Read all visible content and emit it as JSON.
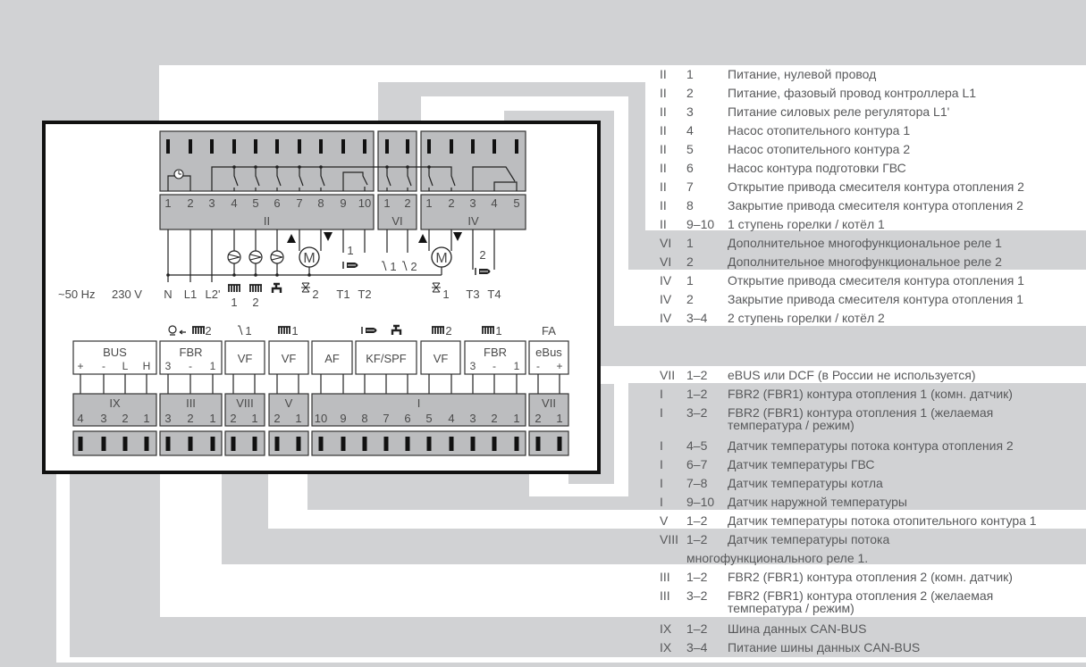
{
  "top_terminals": [
    {
      "id": "II",
      "pins": [
        "1",
        "2",
        "3",
        "4",
        "5",
        "6",
        "7",
        "8",
        "9",
        "10"
      ]
    },
    {
      "id": "VI",
      "pins": [
        "1",
        "2"
      ]
    },
    {
      "id": "IV",
      "pins": [
        "1",
        "2",
        "3",
        "4",
        "5"
      ]
    }
  ],
  "supply": {
    "frequency": "~50 Hz",
    "voltage": "230 V",
    "lines": [
      "N",
      "L1",
      "L2'"
    ]
  },
  "outputs": {
    "motor": "M",
    "pump_circuits": [
      "1",
      "2"
    ],
    "mixer_2": "2",
    "mixer_1": "1",
    "burner_1": "1",
    "burner_2": "2",
    "relay_1": "1",
    "relay_2": "2",
    "t_labels": [
      "T1",
      "T2",
      "T3",
      "T4"
    ]
  },
  "sensors": [
    {
      "name": "BUS",
      "sub": [
        "+",
        "-",
        "L",
        "H"
      ],
      "top_text": ""
    },
    {
      "name": "FBR",
      "sub": [
        "3",
        "-",
        "1"
      ],
      "top_text": "2"
    },
    {
      "name": "VF",
      "sub": [],
      "top_text": "1"
    },
    {
      "name": "VF",
      "sub": [],
      "top_text": "1"
    },
    {
      "name": "AF",
      "sub": [],
      "top_text": ""
    },
    {
      "name": "KF/SPF",
      "sub": [],
      "top_text": ""
    },
    {
      "name": "VF",
      "sub": [],
      "top_text": "2"
    },
    {
      "name": "FBR",
      "sub": [
        "3",
        "-",
        "1"
      ],
      "top_text": "1"
    },
    {
      "name": "eBus",
      "sub": [
        "-",
        "+"
      ],
      "top_text": "FA"
    }
  ],
  "bottom_terminals": [
    {
      "id": "IX",
      "pins": [
        "4",
        "3",
        "2",
        "1"
      ]
    },
    {
      "id": "III",
      "pins": [
        "3",
        "2",
        "1"
      ]
    },
    {
      "id": "VIII",
      "pins": [
        "2",
        "1"
      ]
    },
    {
      "id": "V",
      "pins": [
        "2",
        "1"
      ]
    },
    {
      "id": "I",
      "pins": [
        "10",
        "9",
        "8",
        "7",
        "6",
        "5",
        "4",
        "3",
        "2",
        "1"
      ]
    },
    {
      "id": "VII",
      "pins": [
        "2",
        "1"
      ]
    }
  ],
  "legend_top": [
    {
      "term": "II",
      "pins": "1",
      "desc": "Питание, нулевой провод"
    },
    {
      "term": "II",
      "pins": "2",
      "desc": "Питание, фазовый провод контроллера L1"
    },
    {
      "term": "II",
      "pins": "3",
      "desc": "Питание силовых реле регулятора L1'"
    },
    {
      "term": "II",
      "pins": "4",
      "desc": "Насос отопительного контура 1"
    },
    {
      "term": "II",
      "pins": "5",
      "desc": "Насос отопительного контура 2"
    },
    {
      "term": "II",
      "pins": "6",
      "desc": "Насос контура подготовки ГВС"
    },
    {
      "term": "II",
      "pins": "7",
      "desc": "Открытие привода смесителя контура отопления 2"
    },
    {
      "term": "II",
      "pins": "8",
      "desc": "Закрытие привода смесителя контура отопления 2"
    },
    {
      "term": "II",
      "pins": "9–10",
      "desc": "1 ступень горелки / котёл 1"
    },
    {
      "term": "VI",
      "pins": "1",
      "desc": "Дополнительное многофункциональное реле 1"
    },
    {
      "term": "VI",
      "pins": "2",
      "desc": "Дополнительное многофункциональное реле 2"
    },
    {
      "term": "IV",
      "pins": "1",
      "desc": "Открытие привода смесителя контура отопления 1"
    },
    {
      "term": "IV",
      "pins": "2",
      "desc": "Закрытие привода смесителя контура отопления 1"
    },
    {
      "term": "IV",
      "pins": "3–4",
      "desc": "2 ступень горелки / котёл 2"
    }
  ],
  "legend_bottom": [
    {
      "term": "VII",
      "pins": "1–2",
      "desc": "eBUS или DCF (в России не используется)"
    },
    {
      "term": "I",
      "pins": "1–2",
      "desc": "FBR2 (FBR1) контура отопления 1 (комн. датчик)"
    },
    {
      "term": "I",
      "pins": "3–2",
      "desc": "FBR2 (FBR1) контура отопления 1 (желаемая",
      "desc2": "температура / режим)"
    },
    {
      "term": "I",
      "pins": "4–5",
      "desc": "Датчик температуры потока контура отопления 2"
    },
    {
      "term": "I",
      "pins": "6–7",
      "desc": "Датчик температуры ГВС"
    },
    {
      "term": "I",
      "pins": "7–8",
      "desc": "Датчик температуры котла"
    },
    {
      "term": "I",
      "pins": "9–10",
      "desc": "Датчик наружной температуры"
    },
    {
      "term": "V",
      "pins": "1–2",
      "desc": "Датчик температуры потока отопительного контура 1"
    },
    {
      "term": "VIII",
      "pins": "1–2",
      "desc": "Датчик температуры потока",
      "continuation": "многофункционального реле 1."
    },
    {
      "term": "III",
      "pins": "1–2",
      "desc": "FBR2 (FBR1) контура отопления 2 (комн. датчик)"
    },
    {
      "term": "III",
      "pins": "3–2",
      "desc": "FBR2 (FBR1) контура отопления 2 (желаемая",
      "desc2": "температура / режим)"
    },
    {
      "term": "IX",
      "pins": "1–2",
      "desc": "Шина данных CAN-BUS"
    },
    {
      "term": "IX",
      "pins": "3–4",
      "desc": "Питание шины данных CAN-BUS"
    }
  ],
  "colors": {
    "background": "#d1d2d4",
    "band_white": "#ffffff",
    "terminal_gray": "#bcbdbf",
    "text": "#58595b"
  }
}
